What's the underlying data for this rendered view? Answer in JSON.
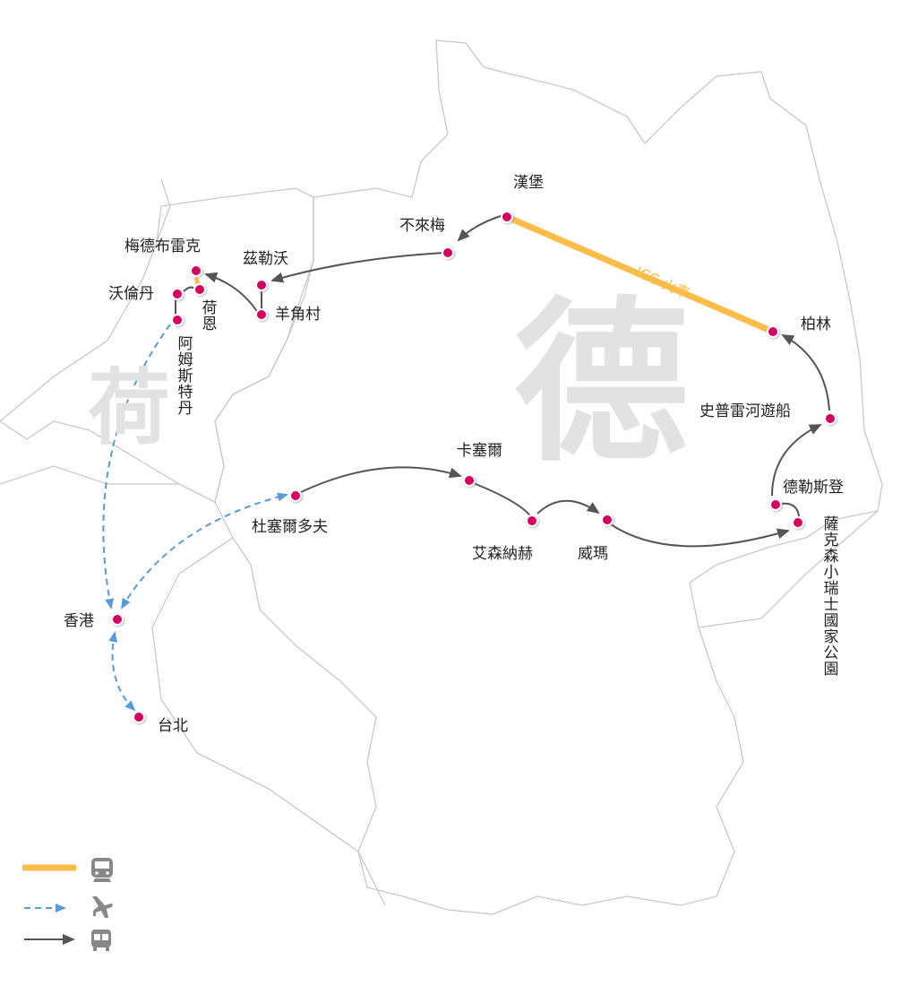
{
  "map": {
    "country_labels": {
      "germany": "德",
      "netherlands": "荷"
    },
    "train_label": "ICC 火車",
    "colors": {
      "train": "#fbbd4a",
      "flight": "#5b9bd5",
      "bus": "#555555",
      "point": "#d6005f",
      "border": "#c8c8c8"
    },
    "places": {
      "hamburg": "漢堡",
      "bremen": "不來梅",
      "zwolle": "茲勒沃",
      "giethoorn": "羊角村",
      "medemblik": "梅德布雷克",
      "hoorn": "荷恩",
      "volendam": "沃倫丹",
      "amsterdam": "阿姆斯特丹",
      "berlin": "柏林",
      "spree": "史普雷河遊船",
      "dresden": "德勒斯登",
      "saxon": "薩克森小瑞士國家公園",
      "weimar": "威瑪",
      "eisenach": "艾森納赫",
      "kassel": "卡塞爾",
      "dusseldorf": "杜塞爾多夫",
      "hongkong": "香港",
      "taipei": "台北"
    }
  },
  "legend": [
    {
      "type": "train",
      "icon": "train-icon"
    },
    {
      "type": "flight",
      "icon": "airplane-icon"
    },
    {
      "type": "bus",
      "icon": "bus-icon"
    }
  ]
}
